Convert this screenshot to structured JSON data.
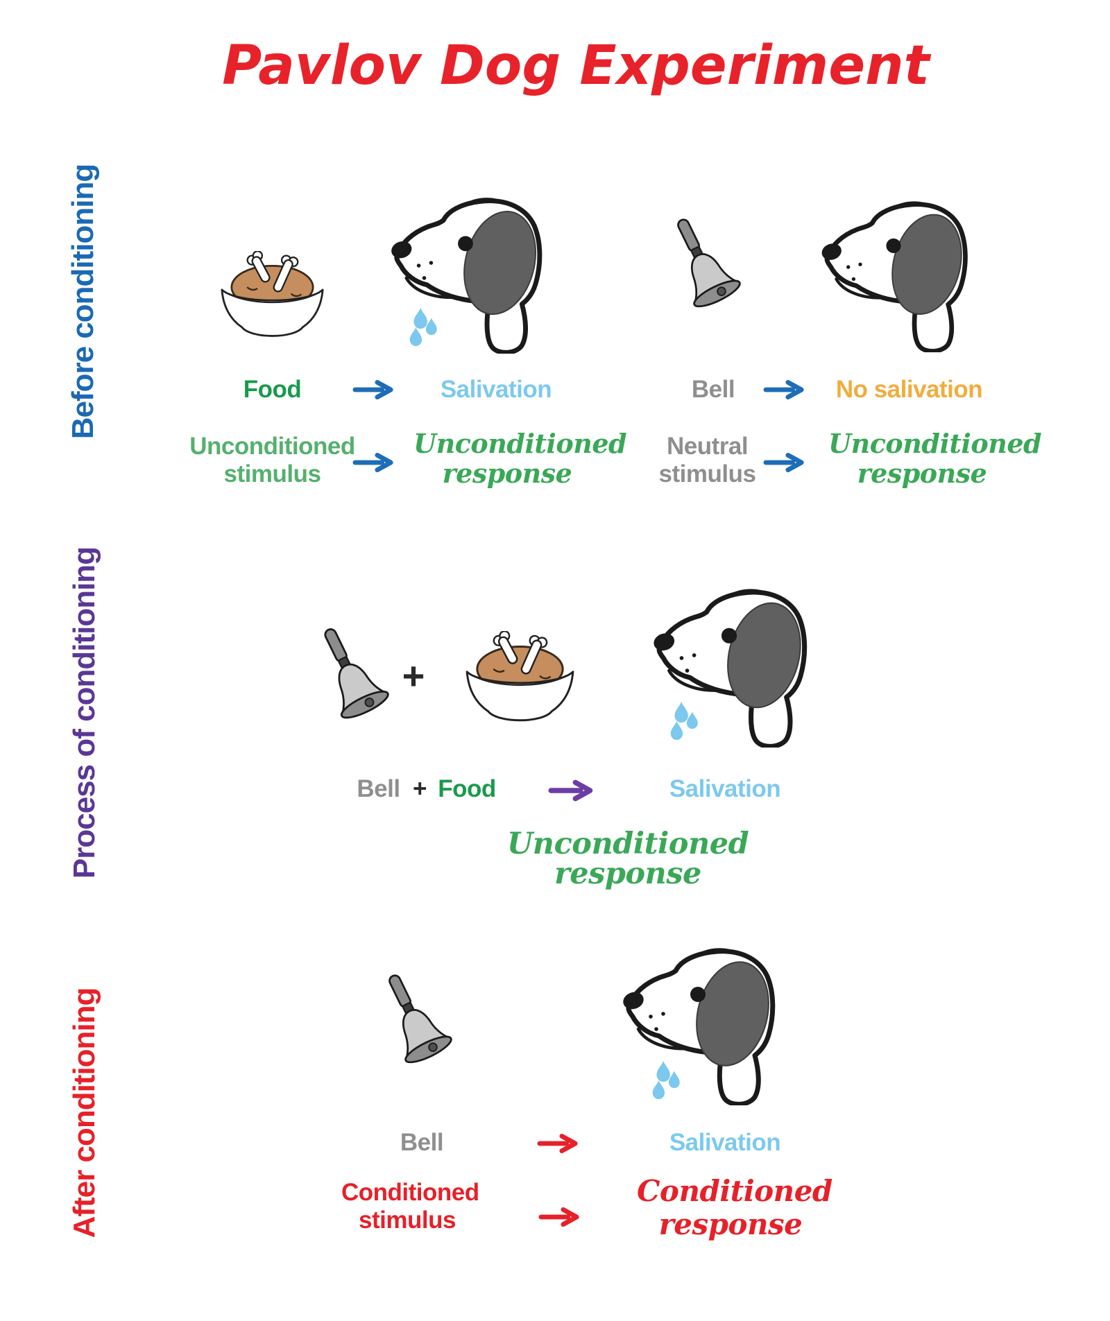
{
  "title": "Pavlov Dog Experiment",
  "palette": {
    "title_red": "#e8222a",
    "section_before_blue": "#1b69b4",
    "section_process_purple": "#5a3795",
    "section_after_red": "#e62129",
    "food_green": "#189a4c",
    "stimulus_green": "#55b06e",
    "response_green": "#3aa857",
    "salivation_blue": "#7cc9ee",
    "no_salivation_orange": "#f0ad3d",
    "neutral_gray": "#8f8f8f",
    "arrow_blue": "#1d6db8",
    "arrow_purple": "#6d3da5",
    "arrow_red": "#e62129",
    "food_brown": "#c68e5e",
    "bell_gray": "#cacaca",
    "dog_ear_gray": "#606060",
    "saliva_drop_blue": "#7cc8ee"
  },
  "icons": {
    "dog": "dog-head-icon",
    "bell": "hand-bell-icon",
    "food": "food-bowl-icon",
    "saliva": "saliva-drops-icon",
    "arrow": "arrow-right-icon",
    "plus": "plus-icon"
  },
  "before": {
    "section_label": "Before conditioning",
    "food_pair": {
      "stimulus": "Food",
      "response": "Salivation",
      "stimulus_type": "Unconditioned stimulus",
      "response_type": "Unconditioned response"
    },
    "bell_pair": {
      "stimulus": "Bell",
      "response": "No salivation",
      "stimulus_type": "Neutral stimulus",
      "response_type": "Unconditioned response"
    }
  },
  "process": {
    "section_label": "Process of conditioning",
    "stimulus_a": "Bell",
    "plus": "+",
    "stimulus_b": "Food",
    "response": "Salivation",
    "response_type": "Unconditioned response"
  },
  "after": {
    "section_label": "After conditioning",
    "stimulus": "Bell",
    "response": "Salivation",
    "stimulus_type": "Conditioned stimulus",
    "response_type": "Conditioned response"
  }
}
